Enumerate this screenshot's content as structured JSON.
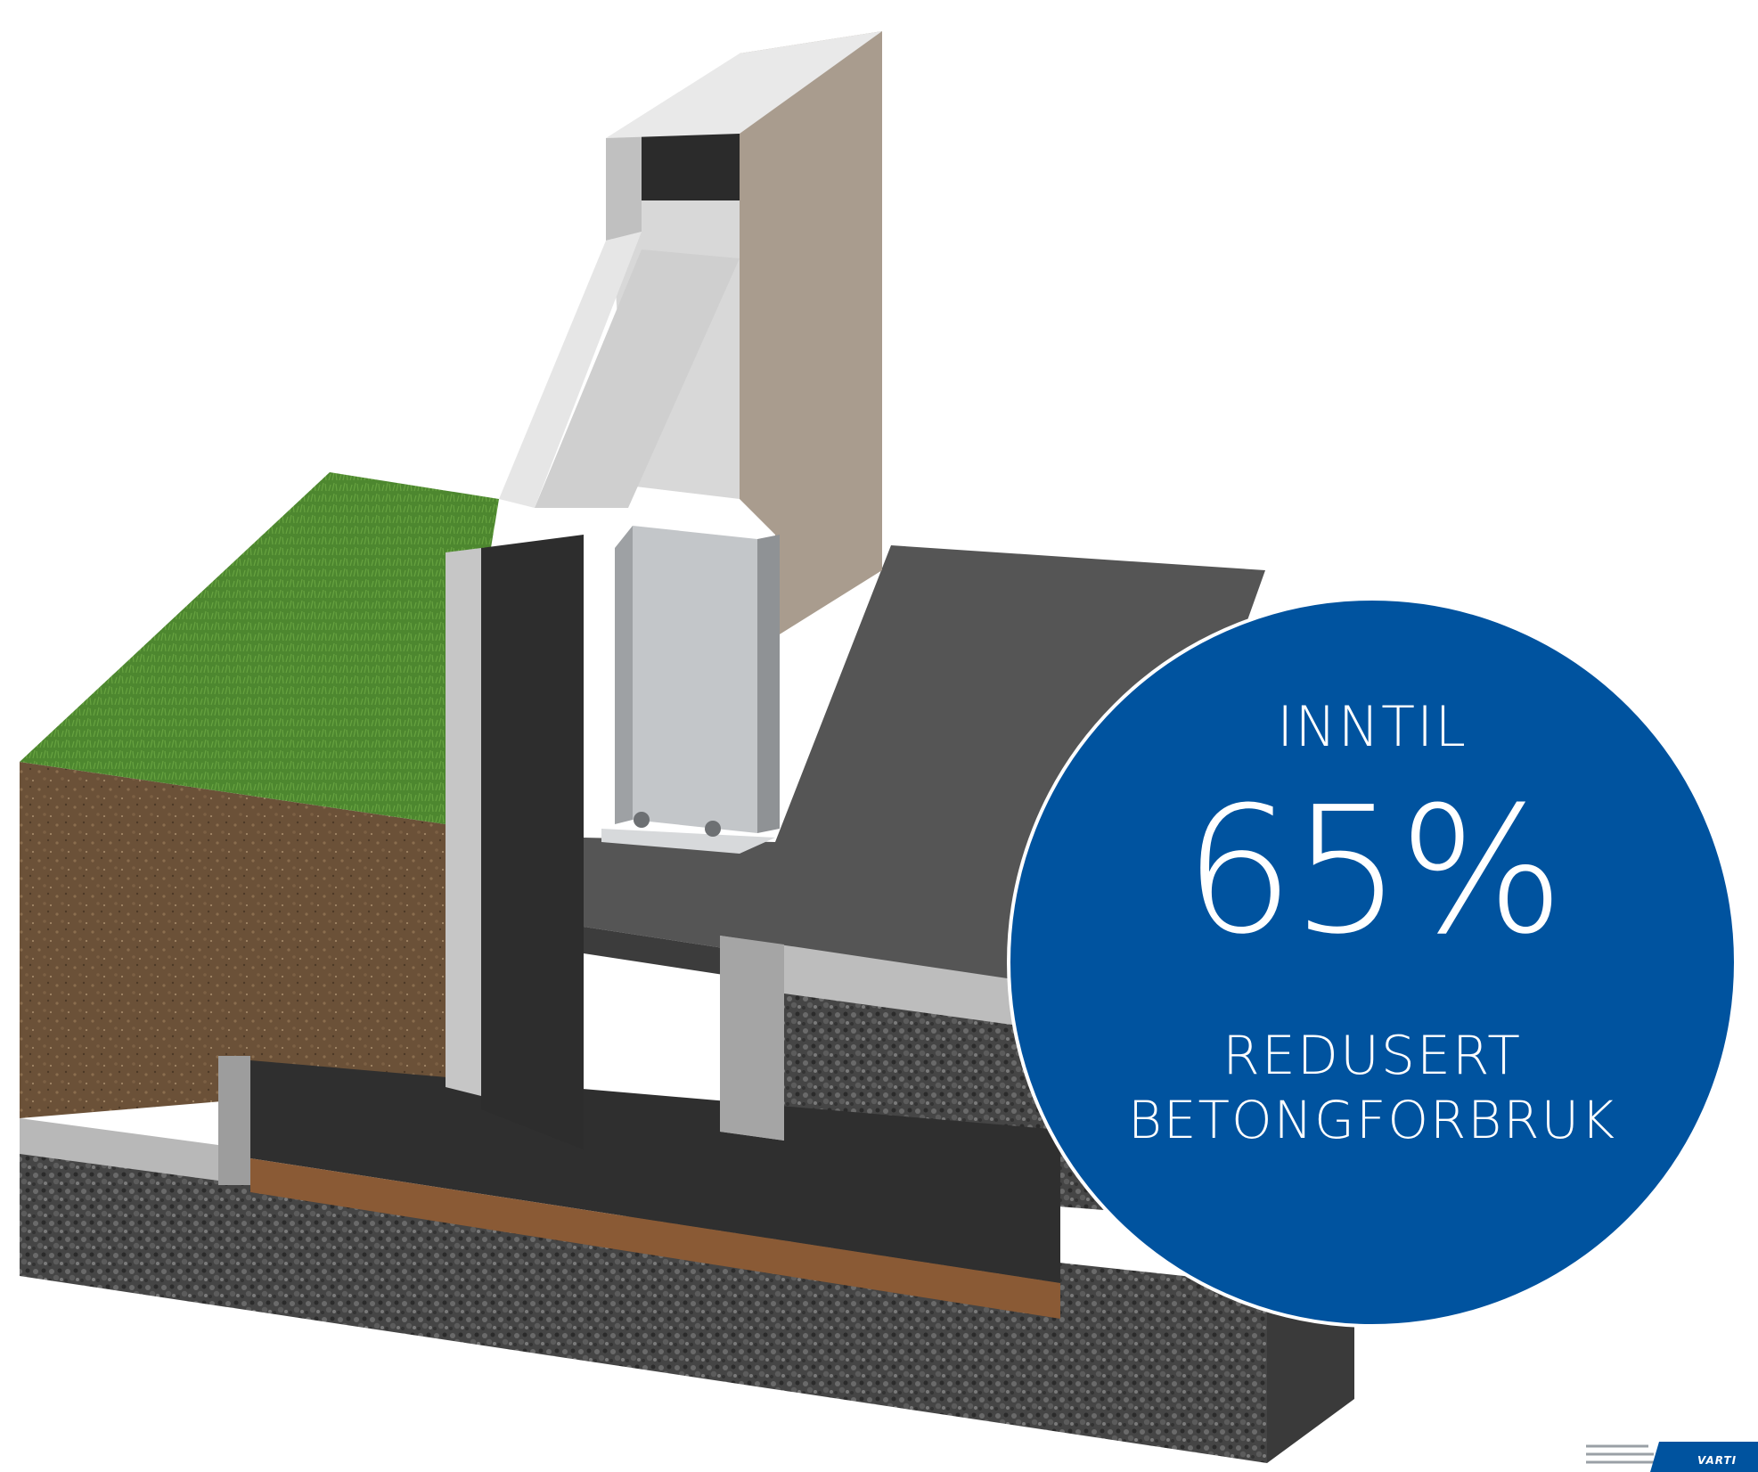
{
  "badge": {
    "line1": "INNTIL",
    "percent": "65%",
    "line3": "REDUSERT",
    "line4": "BETONGFORBRUK",
    "background_color": "#00539f",
    "text_color": "#ffffff"
  },
  "logo": {
    "text": "VARTI"
  },
  "colors": {
    "grass": "#4f8a32",
    "soil": "#6b5138",
    "gravel": "#4a4a4a",
    "concrete_dark": "#2f2f2f",
    "insulation_light": "#c9c9c9",
    "wall_tan": "#a99c8e",
    "slab": "#565656",
    "wood_strip": "#8a5a35",
    "steel": "#b9bcbf"
  },
  "icons": [
    "steel-bracket-icon",
    "bolt-icon"
  ]
}
